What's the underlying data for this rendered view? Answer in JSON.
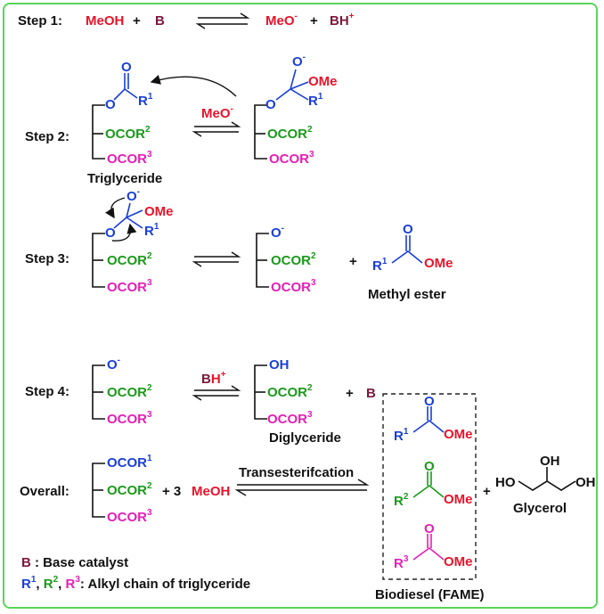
{
  "step1": {
    "label": "Step 1:",
    "meoh": "MeOH",
    "plus1": "+",
    "b": "B",
    "meo": "MeO",
    "minus": "-",
    "plus2": "+",
    "bh": "BH",
    "bh_charge": "+"
  },
  "step2": {
    "label": "Step 2:",
    "reagent": "MeO",
    "reagent_charge": "-",
    "triglyceride": "Triglyceride",
    "o_ester": "O",
    "o_carbonyl": "O",
    "r1": "R",
    "r1_sup": "1",
    "ocor2": "OCOR",
    "ocor2_sup": "2",
    "ocor3": "OCOR",
    "ocor3_sup": "3",
    "int_ominus": "O",
    "int_ominus_charge": "-",
    "int_ome": "OMe",
    "int_o": "O",
    "int_r1": "R",
    "int_r1_sup": "1",
    "int_ocor2": "OCOR",
    "int_ocor2_sup": "2",
    "int_ocor3": "OCOR",
    "int_ocor3_sup": "3"
  },
  "step3": {
    "label": "Step 3:",
    "o_top": "O",
    "o_top_charge": "-",
    "ome": "OMe",
    "o": "O",
    "r1": "R",
    "r1_sup": "1",
    "ocor2": "OCOR",
    "ocor2_sup": "2",
    "ocor3": "OCOR",
    "ocor3_sup": "3",
    "p_o": "O",
    "p_o_charge": "-",
    "p_ocor2": "OCOR",
    "p_ocor2_sup": "2",
    "p_ocor3": "OCOR",
    "p_ocor3_sup": "3",
    "plus": "+",
    "ester_o": "O",
    "ester_r1": "R",
    "ester_r1_sup": "1",
    "ester_ome": "OMe",
    "methyl_ester": "Methyl ester"
  },
  "step4": {
    "label": "Step 4:",
    "o": "O",
    "o_charge": "-",
    "ocor2": "OCOR",
    "ocor2_sup": "2",
    "ocor3": "OCOR",
    "ocor3_sup": "3",
    "reagent_b": "B",
    "reagent_h": "H",
    "reagent_charge": "+",
    "oh": "OH",
    "p_ocor2": "OCOR",
    "p_ocor2_sup": "2",
    "p_ocor3": "OCOR",
    "p_ocor3_sup": "3",
    "plus": "+",
    "b": "B",
    "diglyceride": "Diglyceride"
  },
  "overall": {
    "label": "Overall:",
    "ocor1": "OCOR",
    "ocor1_sup": "1",
    "ocor2": "OCOR",
    "ocor2_sup": "2",
    "ocor3": "OCOR",
    "ocor3_sup": "3",
    "plus3": "+ 3",
    "meoh": "MeOH",
    "arrow_label": "Transesterifcation",
    "fame1_o": "O",
    "fame1_r": "R",
    "fame1_sup": "1",
    "fame1_ome": "OMe",
    "fame2_o": "O",
    "fame2_r": "R",
    "fame2_sup": "2",
    "fame2_ome": "OMe",
    "fame3_o": "O",
    "fame3_r": "R",
    "fame3_sup": "3",
    "fame3_ome": "OMe",
    "plus": "+",
    "glyc_oh_top": "OH",
    "glyc_ho": "HO",
    "glyc_oh_right": "OH",
    "glycerol": "Glycerol",
    "biodiesel": "Biodiesel (FAME)"
  },
  "legend": {
    "b": "B",
    "b_text": " : Base catalyst",
    "r1": "R",
    "r1_sup": "1",
    "comma1": ", ",
    "r2": "R",
    "r2_sup": "2",
    "comma2": ", ",
    "r3": "R",
    "r3_sup": "3",
    "r_text": ": Alkyl chain of triglyceride"
  },
  "colors": {
    "frame": "#5ad65a",
    "red": "#e8132a",
    "blue": "#1a3fd6",
    "green": "#1a9a1a",
    "magenta": "#e51fb6",
    "brown": "#7a1a3c"
  }
}
